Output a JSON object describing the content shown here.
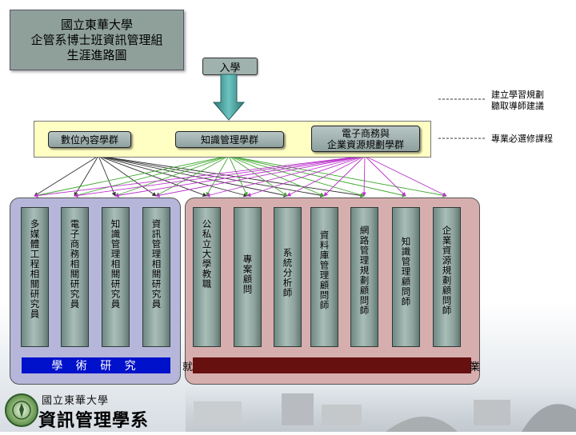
{
  "title": {
    "line1": "國立東華大學",
    "line2": "企管系博士班資訊管理組",
    "line3": "生涯進路圖"
  },
  "entry": {
    "label": "入學"
  },
  "clusters": [
    {
      "label": "數位內容學群"
    },
    {
      "label": "知識管理學群"
    },
    {
      "label_line1": "電子商務與",
      "label_line2": "企業資源規劃學群"
    }
  ],
  "notes": {
    "top_line1": "建立學習規劃",
    "top_line2": "聽取導師建議",
    "bottom": "專業必選修課程"
  },
  "academic_careers": [
    "多媒體工程相關研究員",
    "電子商務相關研究員",
    "知識管理相關研究員",
    "資訊管理相關研究員"
  ],
  "industry_careers": [
    "公私立大學教職",
    "專案顧問",
    "系統分析師",
    "資料庫管理顧問師",
    "網路管理規劃顧問師",
    "知識管理顧問師",
    "企業資源規劃顧問師"
  ],
  "bars": {
    "academic": "學 術 研 究",
    "employ_left": "就",
    "employ_right": "業"
  },
  "footer": {
    "university": "國立東華大學",
    "department": "資訊管理學系"
  },
  "colors": {
    "title_box": "#8fa09a",
    "cluster_band": "#ffffc4",
    "academic_panel": "#b6b6da",
    "industry_panel": "#d7aeae",
    "academic_bar": "#0011cc",
    "employ_bar": "#661010",
    "arrow": "#4a9a98",
    "line_green": "#44aa33",
    "line_purple": "#bb33cc",
    "line_dark": "#333333"
  }
}
